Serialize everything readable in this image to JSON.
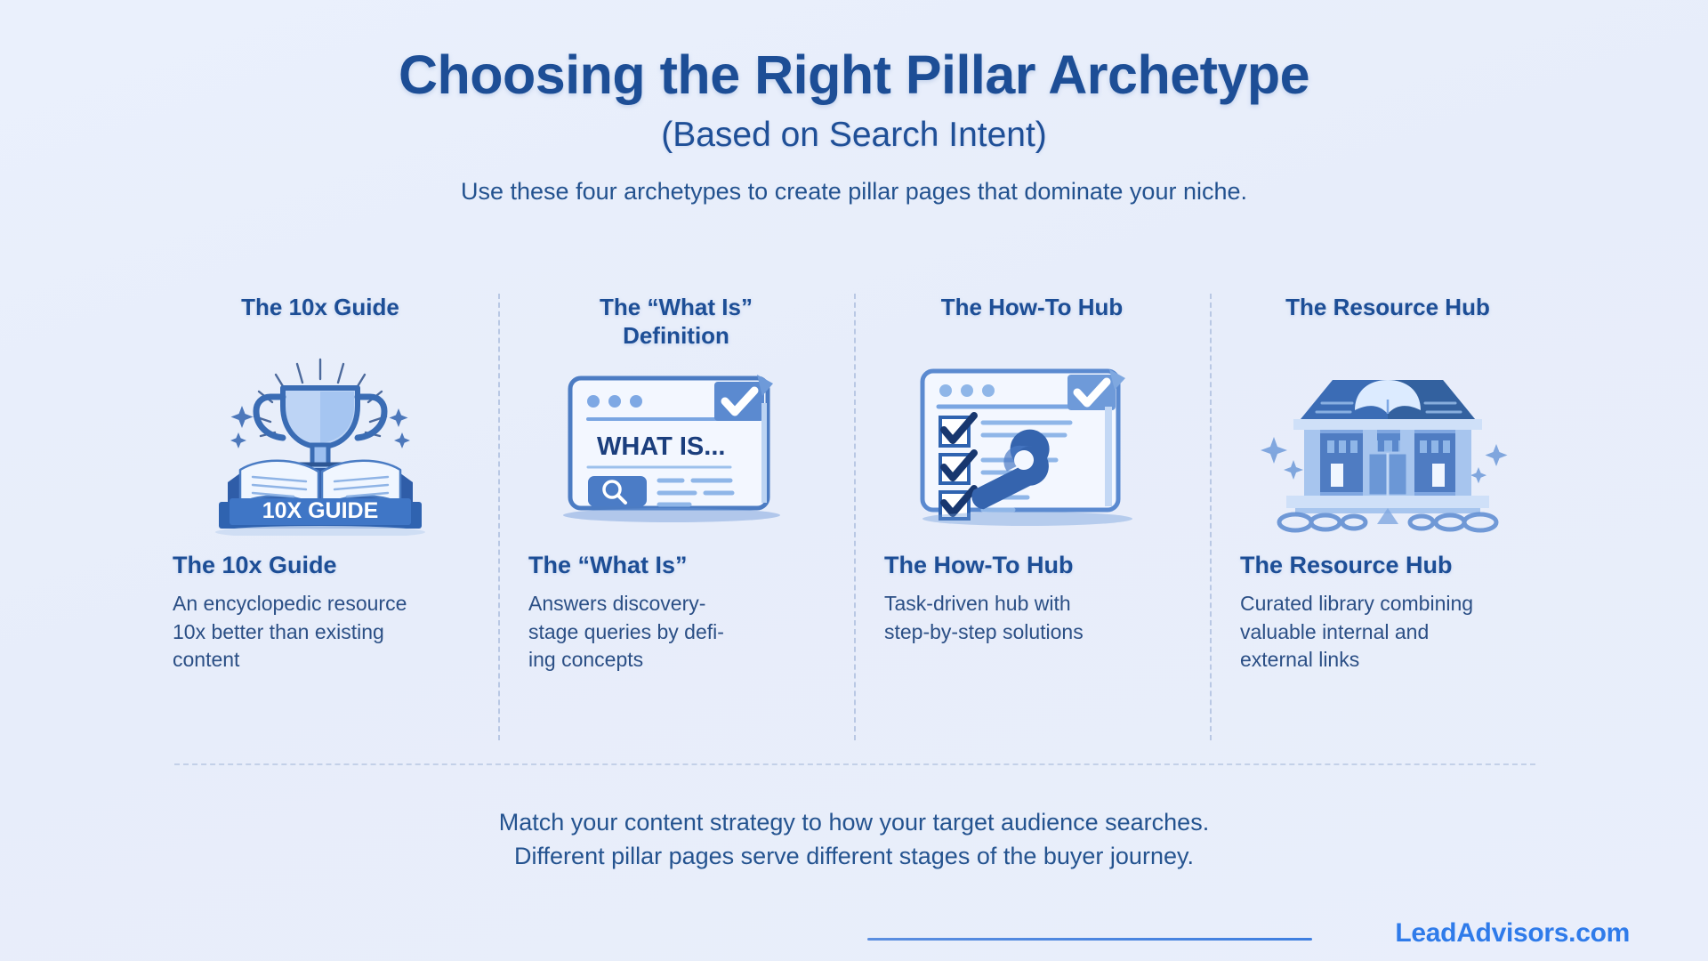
{
  "header": {
    "title": "Choosing the Right Pillar Archetype",
    "subtitle": "(Based on Search Intent)",
    "lede": "Use these four archetypes to create pillar pages that dominate your niche."
  },
  "columns": [
    {
      "heading": "The 10x Guide",
      "title": "The 10x Guide",
      "description": "An encyclopedic resource\n10x better than existing\ncontent",
      "icon": "trophy-on-book-icon",
      "badge_label": "10X GUIDE"
    },
    {
      "heading": "The “What Is”\nDefinition",
      "title": "The “What Is”",
      "description": "Answers discovery-\nstage queries by defi-\ning concepts",
      "icon": "definition-browser-window-icon",
      "window_text": "WHAT IS..."
    },
    {
      "heading": "The How-To Hub",
      "title": "The How-To Hub",
      "description": "Task-driven hub with\nstep-by-step solutions",
      "icon": "checklist-wrench-icon"
    },
    {
      "heading": "The Resource Hub",
      "title": "The Resource Hub",
      "description": "Curated library combining\nvaluable internal and\nexternal links",
      "icon": "library-building-icon"
    }
  ],
  "footer": {
    "line1": "Match your content strategy to how your target audience searches.",
    "line2": "Different pillar pages serve different stages of the buyer journey."
  },
  "brand": {
    "name": "LeadAdvisors.com"
  },
  "colors": {
    "background": "#e9effb",
    "primary_blue": "#1d4e96",
    "body_blue": "#2b4f85",
    "brand_blue": "#2f7bea",
    "divider": "#b9c8e4"
  }
}
